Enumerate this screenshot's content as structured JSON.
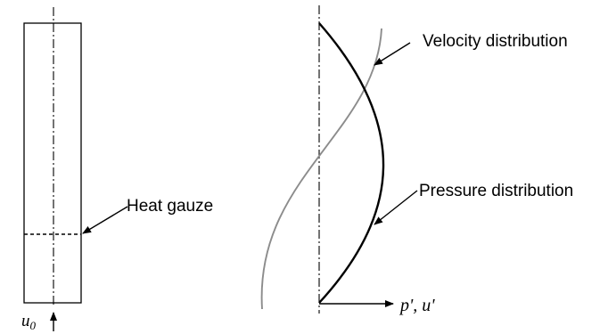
{
  "labels": {
    "heat_gauze": "Heat gauze",
    "velocity_distribution": "Velocity distribution",
    "pressure_distribution": "Pressure distribution",
    "inlet_velocity": "u0",
    "axis_label": "p', u'"
  },
  "colors": {
    "pressure_curve": "#000000",
    "velocity_curve": "#8c8c8c",
    "tube_outline": "#000000",
    "centerline": "#000000"
  }
}
